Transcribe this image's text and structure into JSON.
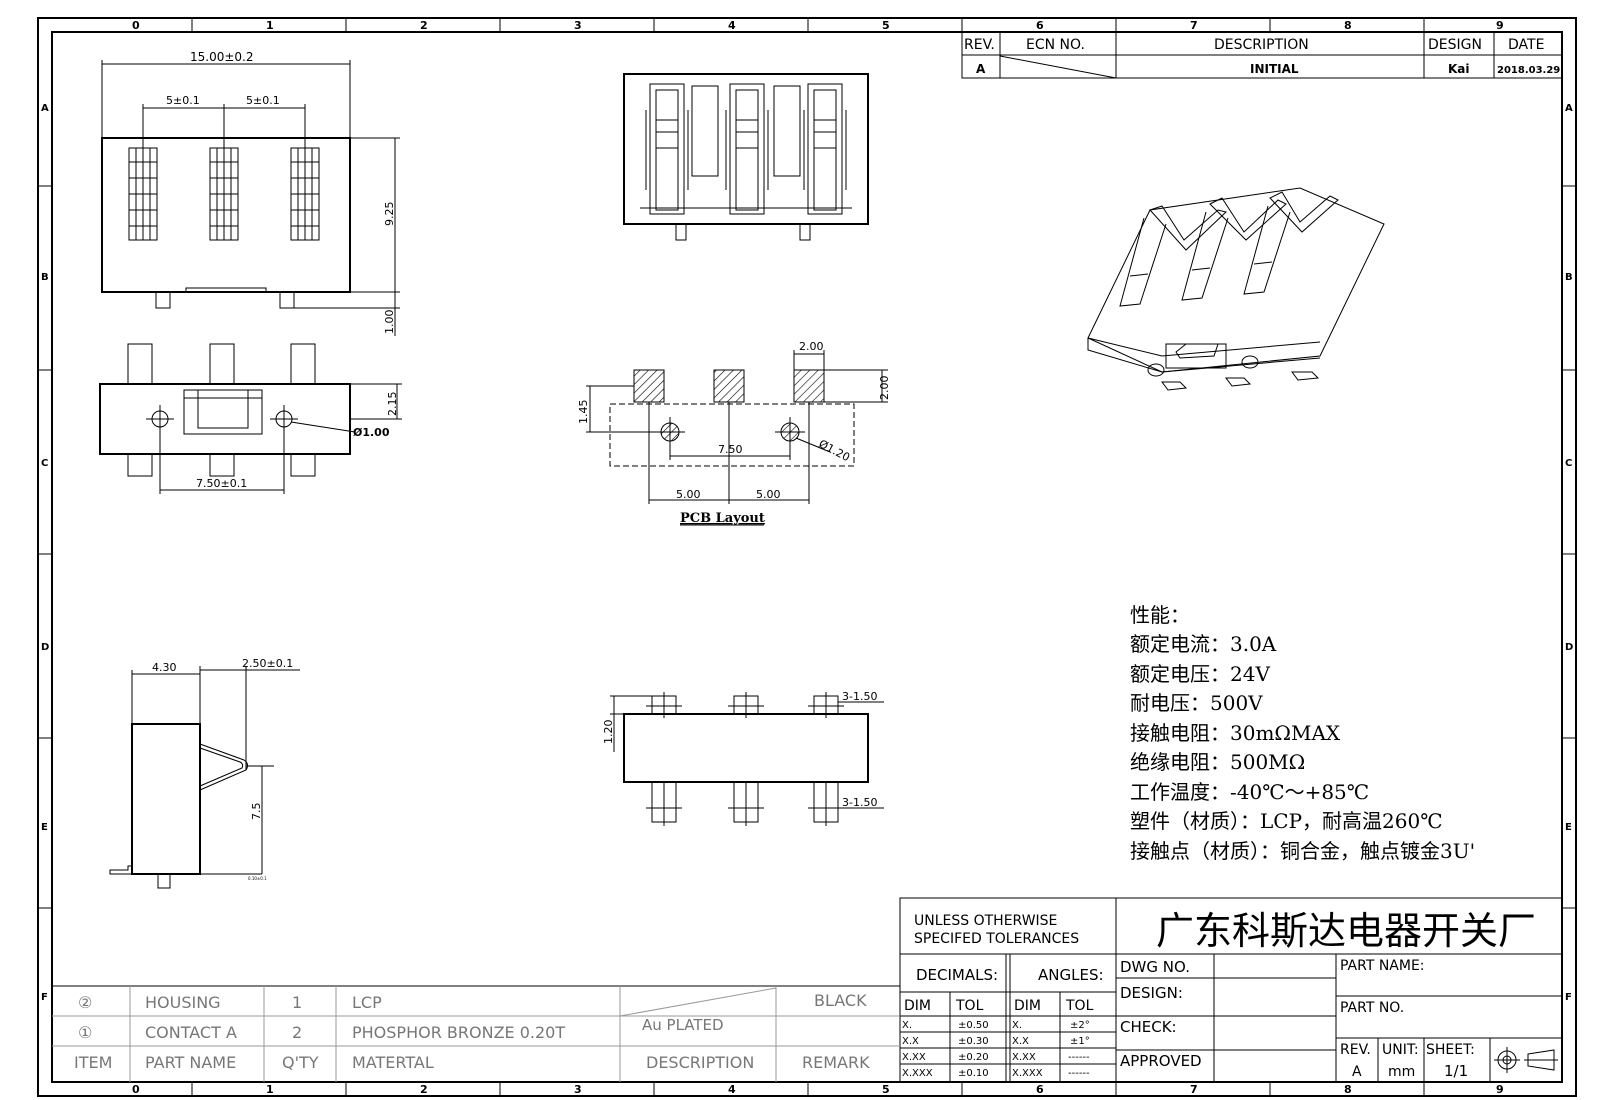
{
  "grid": {
    "columns": [
      "0",
      "1",
      "2",
      "3",
      "4",
      "5",
      "6",
      "7",
      "8",
      "9"
    ],
    "rows": [
      "A",
      "B",
      "C",
      "D",
      "E",
      "F"
    ]
  },
  "revision_table": {
    "headers": {
      "rev": "REV.",
      "ecn": "ECN NO.",
      "description": "DESCRIPTION",
      "design": "DESIGN",
      "date": "DATE"
    },
    "row": {
      "rev": "A",
      "description": "INITIAL",
      "design": "Kai",
      "date": "2018.03.29"
    }
  },
  "dimensions": {
    "front": {
      "width": "15.00±0.2",
      "pitch_left": "5±0.1",
      "pitch_right": "5±0.1",
      "height": "9.25",
      "foot": "1.00"
    },
    "bottom": {
      "offset": "2.15",
      "hole": "Ø1.00",
      "spacing": "7.50±0.1"
    },
    "pcb": {
      "pad_w": "2.00",
      "pad_h": "2.00",
      "offset": "1.45",
      "hole_spacing": "7.50",
      "hole": "Ø1.20",
      "pitch_left": "5.00",
      "pitch_right": "5.00",
      "title": "PCB Layout"
    },
    "side": {
      "depth": "4.30",
      "contact": "2.50±0.1",
      "height": "7.5",
      "tab_label": "0.10±0.1"
    },
    "base": {
      "height": "1.20",
      "pin_top": "3-1.50",
      "pin_bottom": "3-1.50"
    }
  },
  "specs": {
    "title": "性能：",
    "lines": [
      "额定电流：3.0A",
      "额定电压：24V",
      "耐电压：500V",
      "接触电阻：30mΩMAX",
      "绝缘电阻：500MΩ",
      "工作温度：-40℃～+85℃",
      "塑件（材质）：LCP，耐高温260℃",
      "接触点（材质）：铜合金，触点镀金3U'"
    ]
  },
  "title_block": {
    "tolerance_note_1": "UNLESS OTHERWISE",
    "tolerance_note_2": "SPECIFED TOLERANCES",
    "company": "广东科斯达电器开关厂",
    "decimals": "DECIMALS:",
    "angles": "ANGLES:",
    "dim": "DIM",
    "tol": "TOL",
    "decimal_rows": [
      [
        "X.",
        "±0.50"
      ],
      [
        "X.X",
        "±0.30"
      ],
      [
        "X.XX",
        "±0.20"
      ],
      [
        "X.XXX",
        "±0.10"
      ]
    ],
    "angle_rows": [
      [
        "X.",
        "±2°"
      ],
      [
        "X.X",
        "±1°"
      ],
      [
        "X.XX",
        "------"
      ],
      [
        "X.XXX",
        "------"
      ]
    ],
    "dwg_no": "DWG NO.",
    "design": "DESIGN:",
    "check": "CHECK:",
    "approved": "APPROVED",
    "part_name": "PART NAME:",
    "part_no": "PART NO.",
    "rev": "REV.",
    "rev_value": "A",
    "unit": "UNIT:",
    "unit_value": "mm",
    "sheet": "SHEET:",
    "sheet_value": "1/1"
  },
  "bom": {
    "rows": [
      {
        "item": "②",
        "name": "HOUSING",
        "qty": "1",
        "material": "LCP",
        "description": "",
        "remark": "BLACK"
      },
      {
        "item": "①",
        "name": "CONTACT A",
        "qty": "2",
        "material": "PHOSPHOR BRONZE 0.20T",
        "description": "Au PLATED",
        "remark": ""
      }
    ],
    "header": {
      "item": "ITEM",
      "name": "PART NAME",
      "qty": "Q'TY",
      "material": "MATERTAL",
      "description": "DESCRIPTION",
      "remark": "REMARK"
    }
  }
}
